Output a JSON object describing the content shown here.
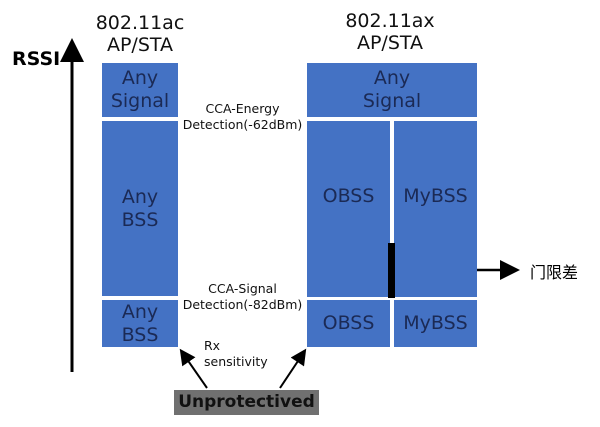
{
  "axis_label": "RSSI",
  "left_column": {
    "header": "802.11ac\nAP/STA",
    "blocks": [
      "Any\nSignal",
      "Any\nBSS",
      "Any\nBSS"
    ]
  },
  "right_column": {
    "header": "802.11ax\nAP/STA",
    "top_block": "Any\nSignal",
    "middle_blocks": [
      "OBSS",
      "MyBSS"
    ],
    "bottom_blocks": [
      "OBSS",
      "MyBSS"
    ]
  },
  "annotations": {
    "cca_energy": "CCA-Energy\nDetection(-62dBm)",
    "cca_signal": "CCA-Signal\nDetection(-82dBm)",
    "rx_sensitivity": "Rx\nsensitivity",
    "threshold_diff": "门限差",
    "unprotected": "Unprotectived"
  },
  "colors": {
    "block": "#4472c4",
    "unprotected_bg": "#707070"
  }
}
